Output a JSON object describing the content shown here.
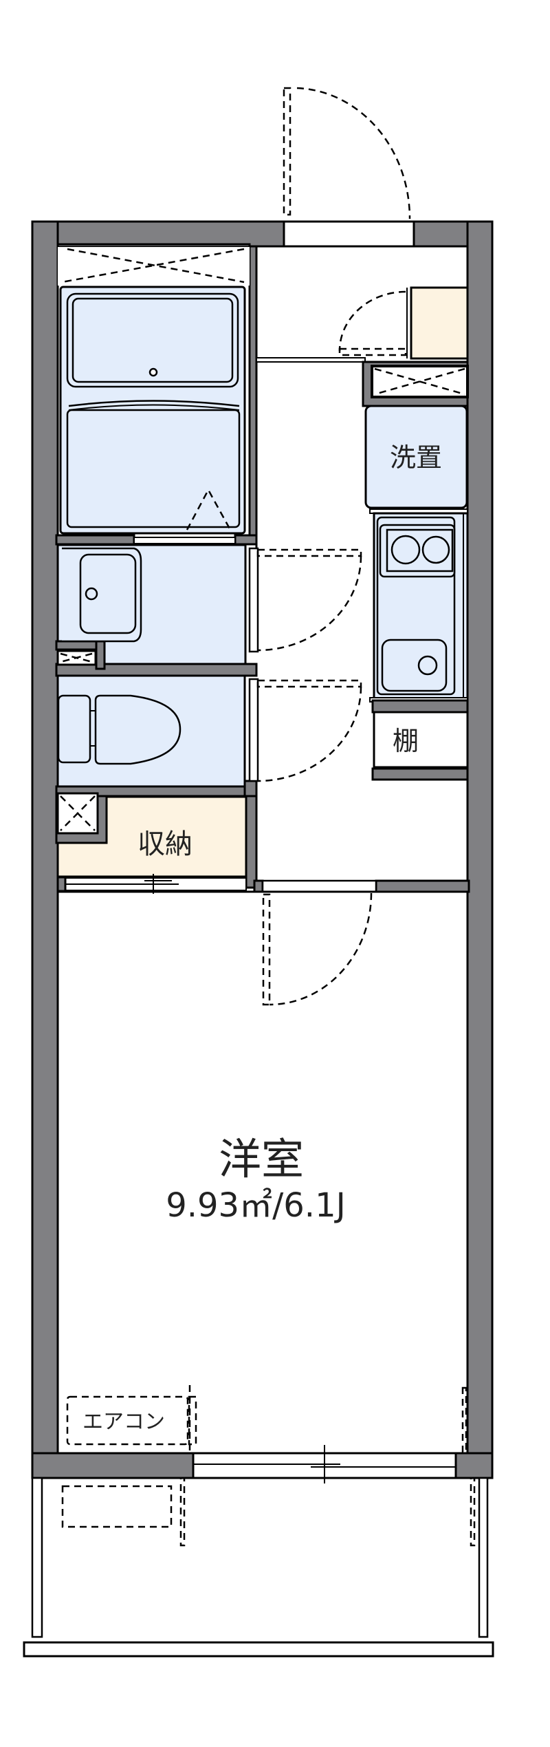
{
  "colors": {
    "wall": "#808083",
    "wet_area": "#e3edfb",
    "storage": "#fdf3e1",
    "line": "#000000",
    "background": "#ffffff"
  },
  "rooms": {
    "main_room": {
      "name": "洋室",
      "area": "9.93㎡/6.1J"
    },
    "storage": {
      "name": "収納"
    },
    "washer": {
      "name": "洗置"
    },
    "shelf": {
      "name": "棚"
    },
    "air_conditioner": {
      "name": "エアコン"
    }
  },
  "fixtures": [
    "entrance-door",
    "shoe-cabinet",
    "unit-bath",
    "washbasin",
    "toilet",
    "washing-machine-space",
    "kitchen-stove",
    "kitchen-sink",
    "balcony"
  ]
}
